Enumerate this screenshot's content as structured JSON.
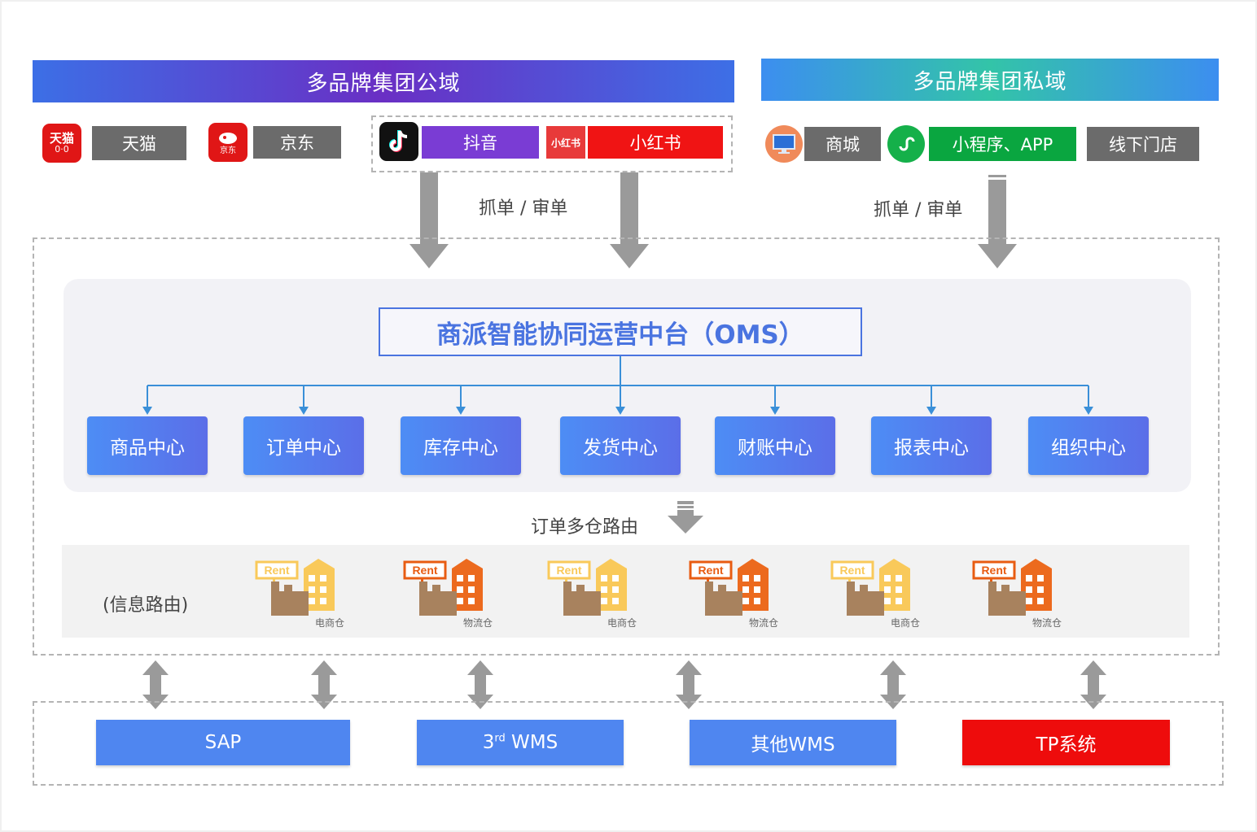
{
  "public_domain": {
    "title": "多品牌集团公域"
  },
  "private_domain": {
    "title": "多品牌集团私域"
  },
  "public_channels": [
    {
      "name": "天猫",
      "icon": "tmall-icon",
      "icon_text": "天猫"
    },
    {
      "name": "京东",
      "icon": "jd-icon",
      "icon_text": "京东"
    },
    {
      "name": "抖音",
      "icon": "douyin-icon"
    },
    {
      "name": "小红书",
      "icon": "xiaohongshu-icon",
      "icon_text": "小红书"
    }
  ],
  "private_channels": [
    {
      "name": "商城",
      "icon": "computer-icon"
    },
    {
      "name": "小程序、APP",
      "icon": "mini-program-icon"
    },
    {
      "name": "线下门店"
    }
  ],
  "flow_labels": {
    "grab_public": "抓单 / 审单",
    "grab_private": "抓单 / 审单",
    "routing": "订单多仓路由",
    "info_routing": "(信息路由)"
  },
  "oms": {
    "title": "商派智能协同运营中台（OMS）"
  },
  "centers": [
    "商品中心",
    "订单中心",
    "库存中心",
    "发货中心",
    "财账中心",
    "报表中心",
    "组织中心"
  ],
  "warehouses": [
    {
      "label": "电商仓",
      "sign": "Rent"
    },
    {
      "label": "物流仓",
      "sign": "Rent"
    },
    {
      "label": "电商仓",
      "sign": "Rent"
    },
    {
      "label": "物流仓",
      "sign": "Rent"
    },
    {
      "label": "电商仓",
      "sign": "Rent"
    },
    {
      "label": "物流仓",
      "sign": "Rent"
    }
  ],
  "systems": [
    {
      "name": "SAP"
    },
    {
      "name_pre": "3",
      "name_sup": "rd",
      "name_post": " WMS"
    },
    {
      "name": "其他WMS"
    },
    {
      "name": "TP系统"
    }
  ],
  "colors": {
    "center_blue": "#4f86f0",
    "oms_text": "#4a74e0",
    "red": "#e61010",
    "green": "#0aa640",
    "purple": "#7a3cd4",
    "gray": "#6b6b6b"
  }
}
